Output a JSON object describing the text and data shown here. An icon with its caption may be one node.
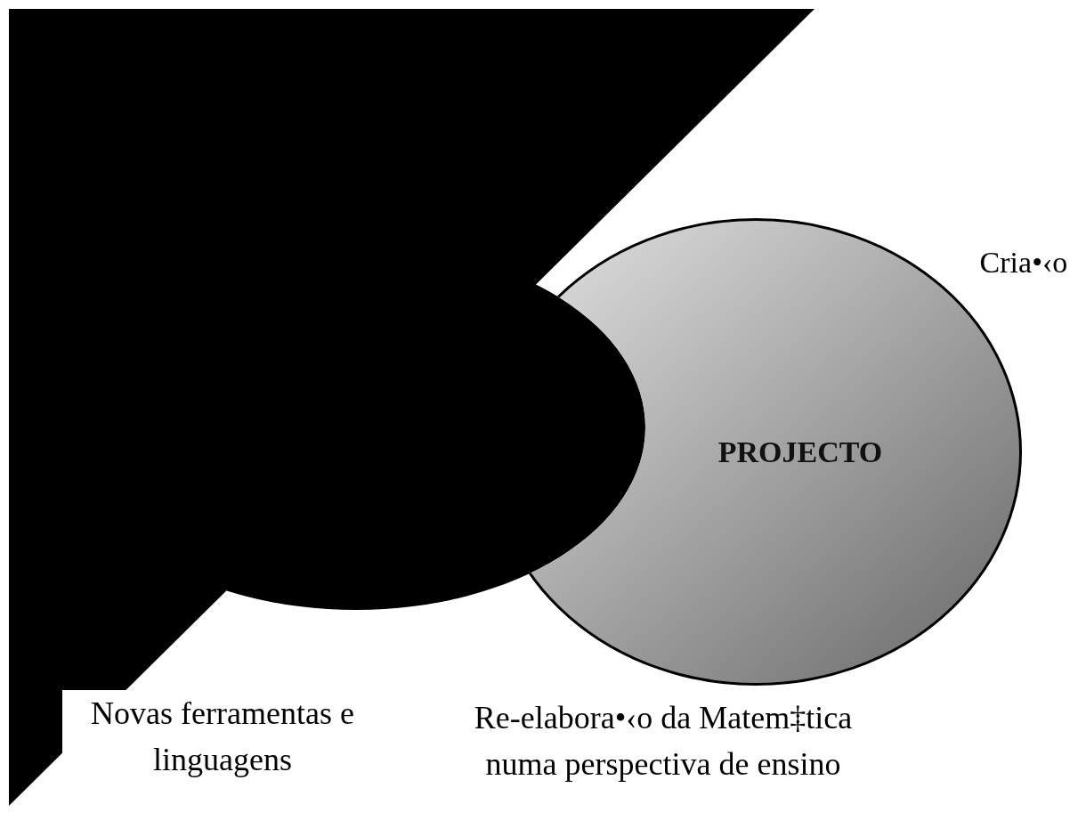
{
  "diagram": {
    "nodes": [
      {
        "text": [
          "PROJECTO"
        ]
      }
    ],
    "labels": [
      "Cria•‹o",
      "Novas ferramentas e linguagens",
      "Re-elabora•‹o da Matem‡tica numa perspectiva de ensino"
    ]
  }
}
